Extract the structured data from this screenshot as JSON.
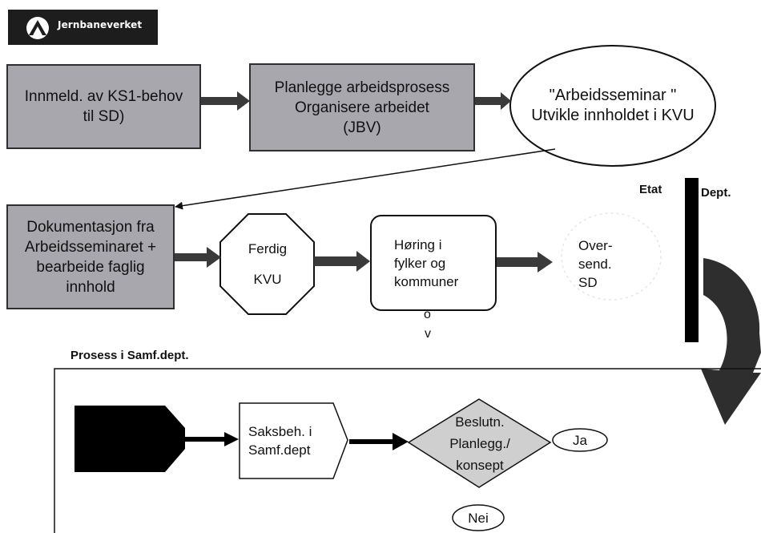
{
  "logo": {
    "text": "Jernbaneverket",
    "icon": "arch-logo-icon"
  },
  "nodes": {
    "innmeld": "Innmeld. av KS1-behov\ntil SD)",
    "planlegge": "Planlegge arbeidsprosess\nOrganisere arbeidet\n(JBV)",
    "arbeidsseminar": "\"Arbeidsseminar \"\nUtvikle innholdet i KVU",
    "dokumentasjon": "Dokumentasjon fra\nArbeidsseminaret +\nbearbeide faglig\ninnhold",
    "ferdig": "Ferdig\nKVU",
    "horing": "Høring i\nfylker og\nkommuner",
    "oversend": "Over-\nsend.\nSD",
    "saksbeh": "Saksbeh. i\nSamf.dept",
    "beslutn": "Beslutn.\nPlanlegg./\nkonsept",
    "ja": "Ja",
    "nei": "Nei"
  },
  "labels": {
    "etat": "Etat",
    "dept": "Dept.",
    "stray_o": "o",
    "stray_v": "v",
    "prosess_title": "Prosess i Samf.dept."
  },
  "colors": {
    "gray_box": "#a7a7ad",
    "diamond": "#cfcfcf",
    "arrow": "#3a3a3a",
    "logo_bg": "#1d1d1d"
  }
}
